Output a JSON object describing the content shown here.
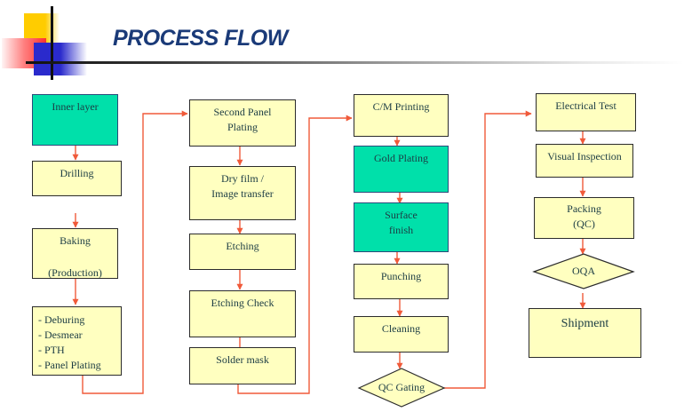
{
  "header": {
    "title": "PROCESS FLOW"
  },
  "colors": {
    "title": "#1a3a78",
    "box_fill": "#ffffc0",
    "teal_fill": "#00e0aa",
    "arrow": "#f05a3a",
    "text": "#1c3c44"
  },
  "columns": [
    {
      "steps": [
        {
          "id": "inner-layer",
          "label": "Inner layer",
          "style": "teal"
        },
        {
          "id": "drilling",
          "label": "Drilling",
          "style": "box"
        },
        {
          "id": "baking",
          "label": "Baking",
          "sub": "(Production)",
          "style": "box"
        },
        {
          "id": "panel-plating-group",
          "items": [
            "- Deburing",
            "- Desmear",
            "- PTH",
            "- Panel Plating"
          ],
          "style": "list"
        }
      ]
    },
    {
      "steps": [
        {
          "id": "second-panel-plating",
          "label": "Second Panel",
          "sub": "Plating",
          "style": "box"
        },
        {
          "id": "dry-film",
          "label": "Dry film /",
          "sub": "Image transfer",
          "style": "box"
        },
        {
          "id": "etching",
          "label": "Etching",
          "style": "box"
        },
        {
          "id": "etching-check",
          "label": "Etching Check",
          "style": "box"
        },
        {
          "id": "solder-mask",
          "label": "Solder mask",
          "style": "box"
        }
      ]
    },
    {
      "steps": [
        {
          "id": "cm-printing",
          "label": "C/M Printing",
          "style": "box"
        },
        {
          "id": "gold-plating",
          "label": "Gold Plating",
          "style": "teal"
        },
        {
          "id": "surface-finish",
          "label": "Surface",
          "sub": "finish",
          "style": "teal"
        },
        {
          "id": "punching",
          "label": "Punching",
          "style": "box"
        },
        {
          "id": "cleaning",
          "label": "Cleaning",
          "style": "box"
        },
        {
          "id": "qc-gating",
          "label": "QC Gating",
          "style": "diamond"
        }
      ]
    },
    {
      "steps": [
        {
          "id": "electrical-test",
          "label": "Electrical Test",
          "style": "box"
        },
        {
          "id": "visual-inspection",
          "label": "Visual Inspection",
          "style": "box"
        },
        {
          "id": "packing",
          "label": "Packing",
          "sub": "(QC)",
          "style": "box"
        },
        {
          "id": "oqa",
          "label": "OQA",
          "style": "diamond"
        },
        {
          "id": "shipment",
          "label": "Shipment",
          "style": "box"
        }
      ]
    }
  ]
}
